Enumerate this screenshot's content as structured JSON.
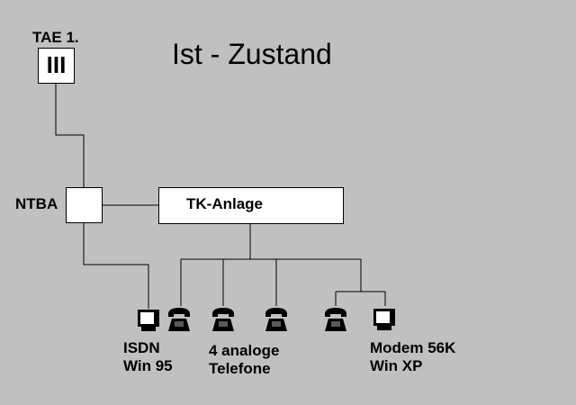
{
  "title": "Ist - Zustand",
  "tae": {
    "label": "TAE 1.",
    "glyph": "III"
  },
  "ntba": {
    "label": "NTBA"
  },
  "tk_anlage": {
    "label": "TK-Anlage"
  },
  "groups": {
    "isdn": {
      "line1": "ISDN",
      "line2": "Win 95"
    },
    "analog": {
      "line1": "4 analoge",
      "line2": "Telefone"
    },
    "modem": {
      "line1": "Modem 56K",
      "line2": "Win XP"
    }
  },
  "colors": {
    "background": "#c0c0c0",
    "box_fill": "#ffffff",
    "line": "#000000",
    "device": "#000000"
  },
  "icons": [
    "monitor-icon",
    "telephone-icon"
  ]
}
